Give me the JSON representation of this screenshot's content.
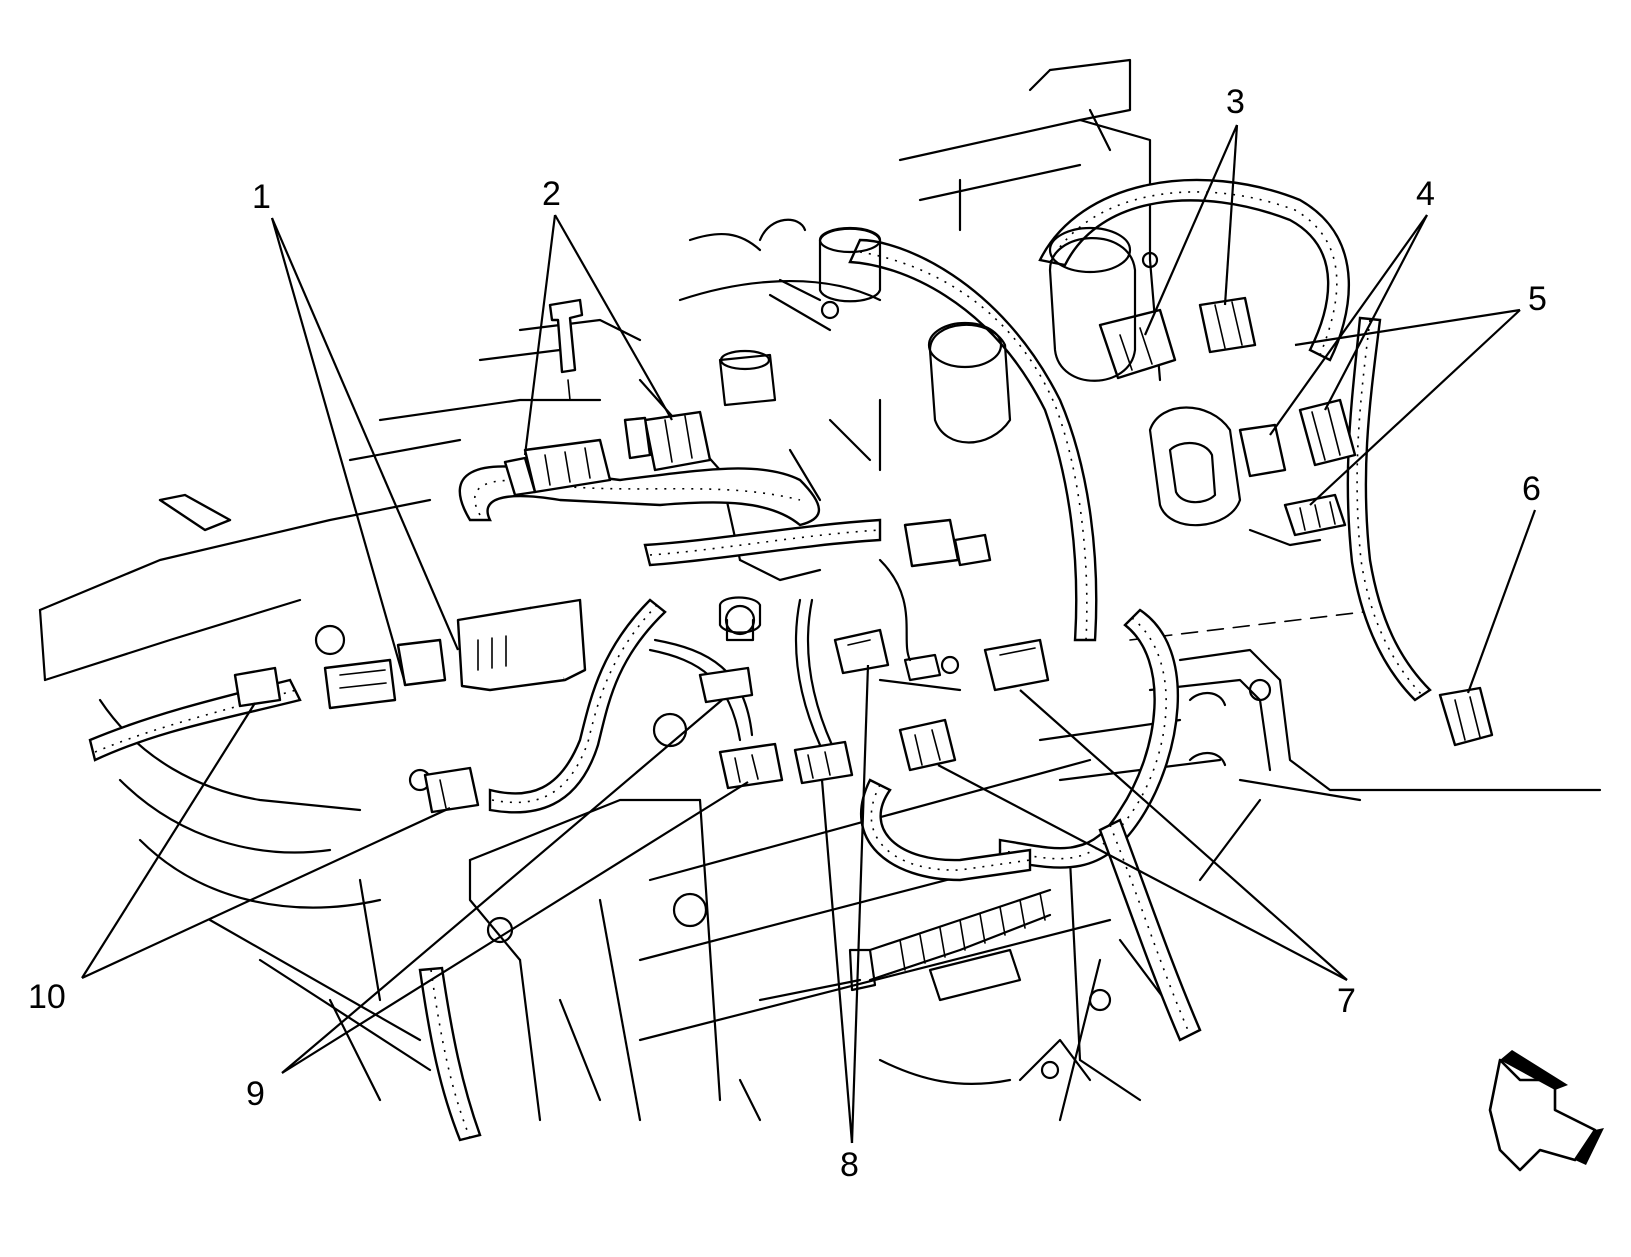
{
  "diagram": {
    "callouts": [
      {
        "id": "c1",
        "label": "1"
      },
      {
        "id": "c2",
        "label": "2"
      },
      {
        "id": "c3",
        "label": "3"
      },
      {
        "id": "c4",
        "label": "4"
      },
      {
        "id": "c5",
        "label": "5"
      },
      {
        "id": "c6",
        "label": "6"
      },
      {
        "id": "c7",
        "label": "7"
      },
      {
        "id": "c8",
        "label": "8"
      },
      {
        "id": "c9",
        "label": "9"
      },
      {
        "id": "c10",
        "label": "10"
      }
    ],
    "line_color": "#000000",
    "background_color": "#ffffff",
    "view_direction_icon": "arrow-down-right-icon"
  }
}
